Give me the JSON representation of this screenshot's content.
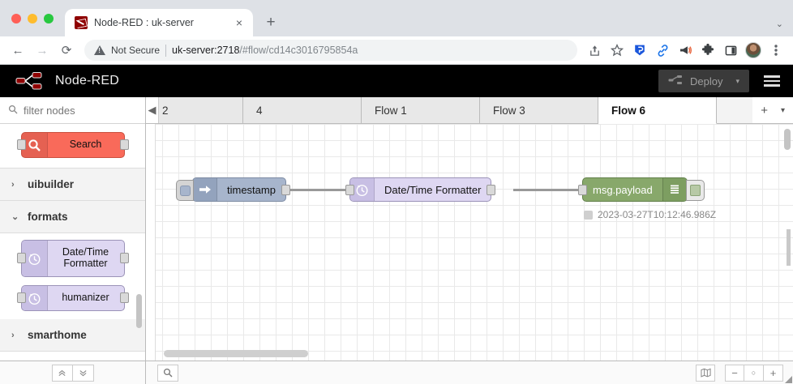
{
  "browser": {
    "tab": {
      "title": "Node-RED : uk-server",
      "favicon": "node-red-favicon",
      "close": "×"
    },
    "new_tab": "+",
    "tabstrip_chevron": "⌄",
    "nav": {
      "back": "←",
      "forward": "→",
      "reload": "⟳"
    },
    "omnibox": {
      "security_label": "Not Secure",
      "url_host": "uk-server:2718",
      "url_path": "/#flow/cd14c3016795854a"
    },
    "toolbar_icons": [
      {
        "name": "share-icon",
        "glyph": "⤴"
      },
      {
        "name": "bookmark-star-icon",
        "glyph": "☆"
      },
      {
        "name": "password-manager-icon",
        "glyph": "⛉"
      },
      {
        "name": "link-icon",
        "glyph": "⚭"
      },
      {
        "name": "megaphone-icon",
        "glyph": "📣"
      },
      {
        "name": "extensions-puzzle-icon",
        "glyph": "❖"
      },
      {
        "name": "side-panel-icon",
        "glyph": "▣"
      },
      {
        "name": "profile-avatar",
        "glyph": ""
      },
      {
        "name": "chrome-menu-icon",
        "glyph": "⋮"
      }
    ]
  },
  "nodered": {
    "brand": "Node-RED",
    "deploy": {
      "label": "Deploy",
      "caret": "▾"
    },
    "menu": "hamburger-menu"
  },
  "palette": {
    "search": {
      "placeholder": "filter nodes",
      "value": "",
      "icon": "search-icon"
    },
    "featured_node": {
      "label": "Search",
      "icon": "magnifier-icon",
      "color": "#f96a5a"
    },
    "categories": [
      {
        "name": "uibuilder",
        "expanded": false,
        "chevron": "›",
        "nodes": []
      },
      {
        "name": "formats",
        "expanded": true,
        "chevron": "⌄",
        "nodes": [
          {
            "label": "Date/Time Formatter",
            "icon": "clock-icon",
            "color": "#ded7f2"
          },
          {
            "label": "humanizer",
            "icon": "clock-icon",
            "color": "#ded7f2"
          }
        ]
      },
      {
        "name": "smarthome",
        "expanded": false,
        "chevron": "›",
        "nodes": []
      }
    ]
  },
  "workspace": {
    "scroll_left_arrow": "◀",
    "tabs": [
      {
        "label": "2",
        "active": false,
        "partial": true
      },
      {
        "label": "4",
        "active": false,
        "partial": false
      },
      {
        "label": "Flow 1",
        "active": false,
        "partial": false
      },
      {
        "label": "Flow 3",
        "active": false,
        "partial": false
      },
      {
        "label": "Flow 6",
        "active": true,
        "partial": false
      }
    ],
    "add_tab": "+",
    "tab_menu_caret": "▾",
    "flow_nodes": [
      {
        "name": "inject-node",
        "label": "timestamp",
        "icon": "arrow-right-icon",
        "color": "#a7b5cc"
      },
      {
        "name": "date-time-formatter-node",
        "label": "Date/Time Formatter",
        "icon": "clock-icon",
        "color": "#ded7f2"
      },
      {
        "name": "debug-node",
        "label": "msg.payload",
        "icon": "debug-lines-icon",
        "color": "#88a86b"
      }
    ],
    "node_status": "2023-03-27T10:12:46.986Z"
  },
  "statusbar": {
    "collapse_all": {
      "name": "collapse-all-button",
      "glyph": "»"
    },
    "expand_all": {
      "name": "expand-all-button",
      "glyph": "»"
    },
    "search": {
      "name": "search-button",
      "glyph": "⌕"
    },
    "navigator": {
      "name": "navigator-map-button",
      "glyph": "◫"
    },
    "zoom_out": {
      "name": "zoom-out-button",
      "glyph": "−"
    },
    "zoom_reset": {
      "name": "zoom-reset-button",
      "glyph": "○"
    },
    "zoom_in": {
      "name": "zoom-in-button",
      "glyph": "+"
    }
  }
}
